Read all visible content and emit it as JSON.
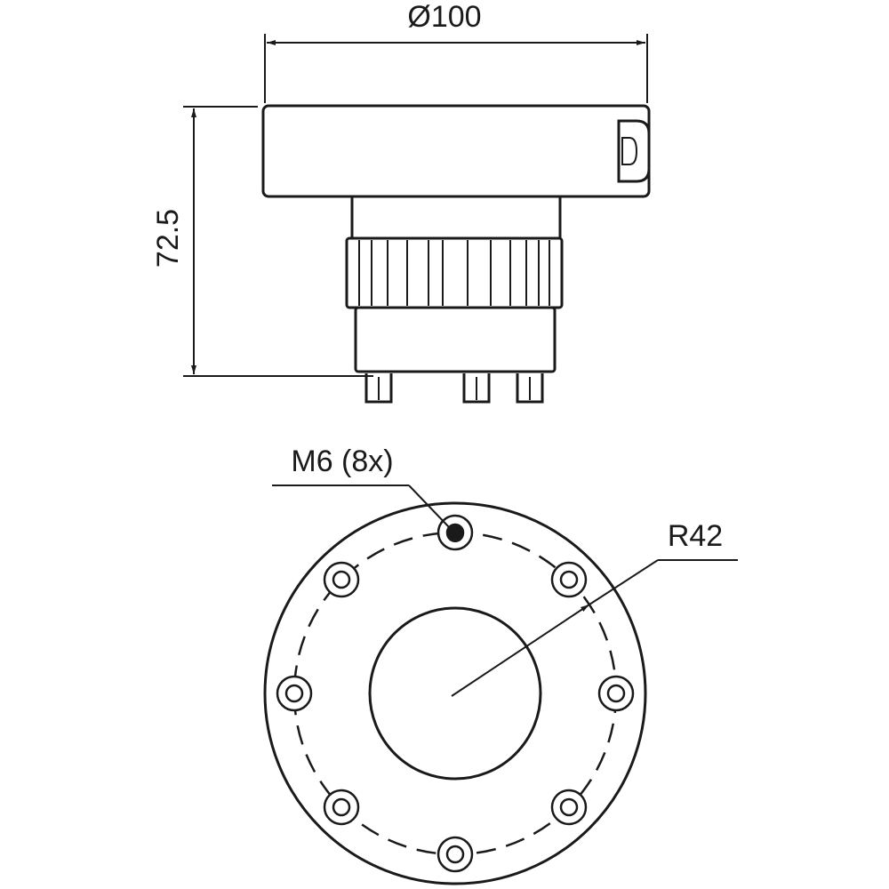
{
  "drawing": {
    "side_view": {
      "diameter_label": "Ø100",
      "height_label": "72.5"
    },
    "top_view": {
      "thread_label": "M6 (8x)",
      "radius_label": "R42",
      "bolt_hole_count": 8
    }
  },
  "colors": {
    "line": "#1a1a1a",
    "background": "#ffffff"
  }
}
